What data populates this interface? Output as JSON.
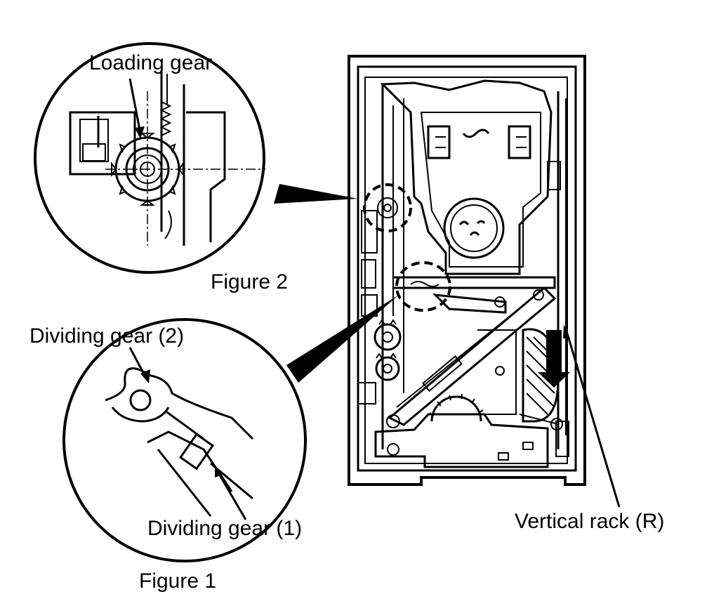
{
  "labels": {
    "loading_gear": "Loading gear",
    "figure_2": "Figure 2",
    "dividing_gear_2": "Dividing gear (2)",
    "dividing_gear_1": "Dividing gear (1)",
    "figure_1": "Figure 1",
    "vertical_rack": "Vertical rack (R)"
  },
  "icons": {
    "direction_arrow": "down-arrow-icon"
  }
}
